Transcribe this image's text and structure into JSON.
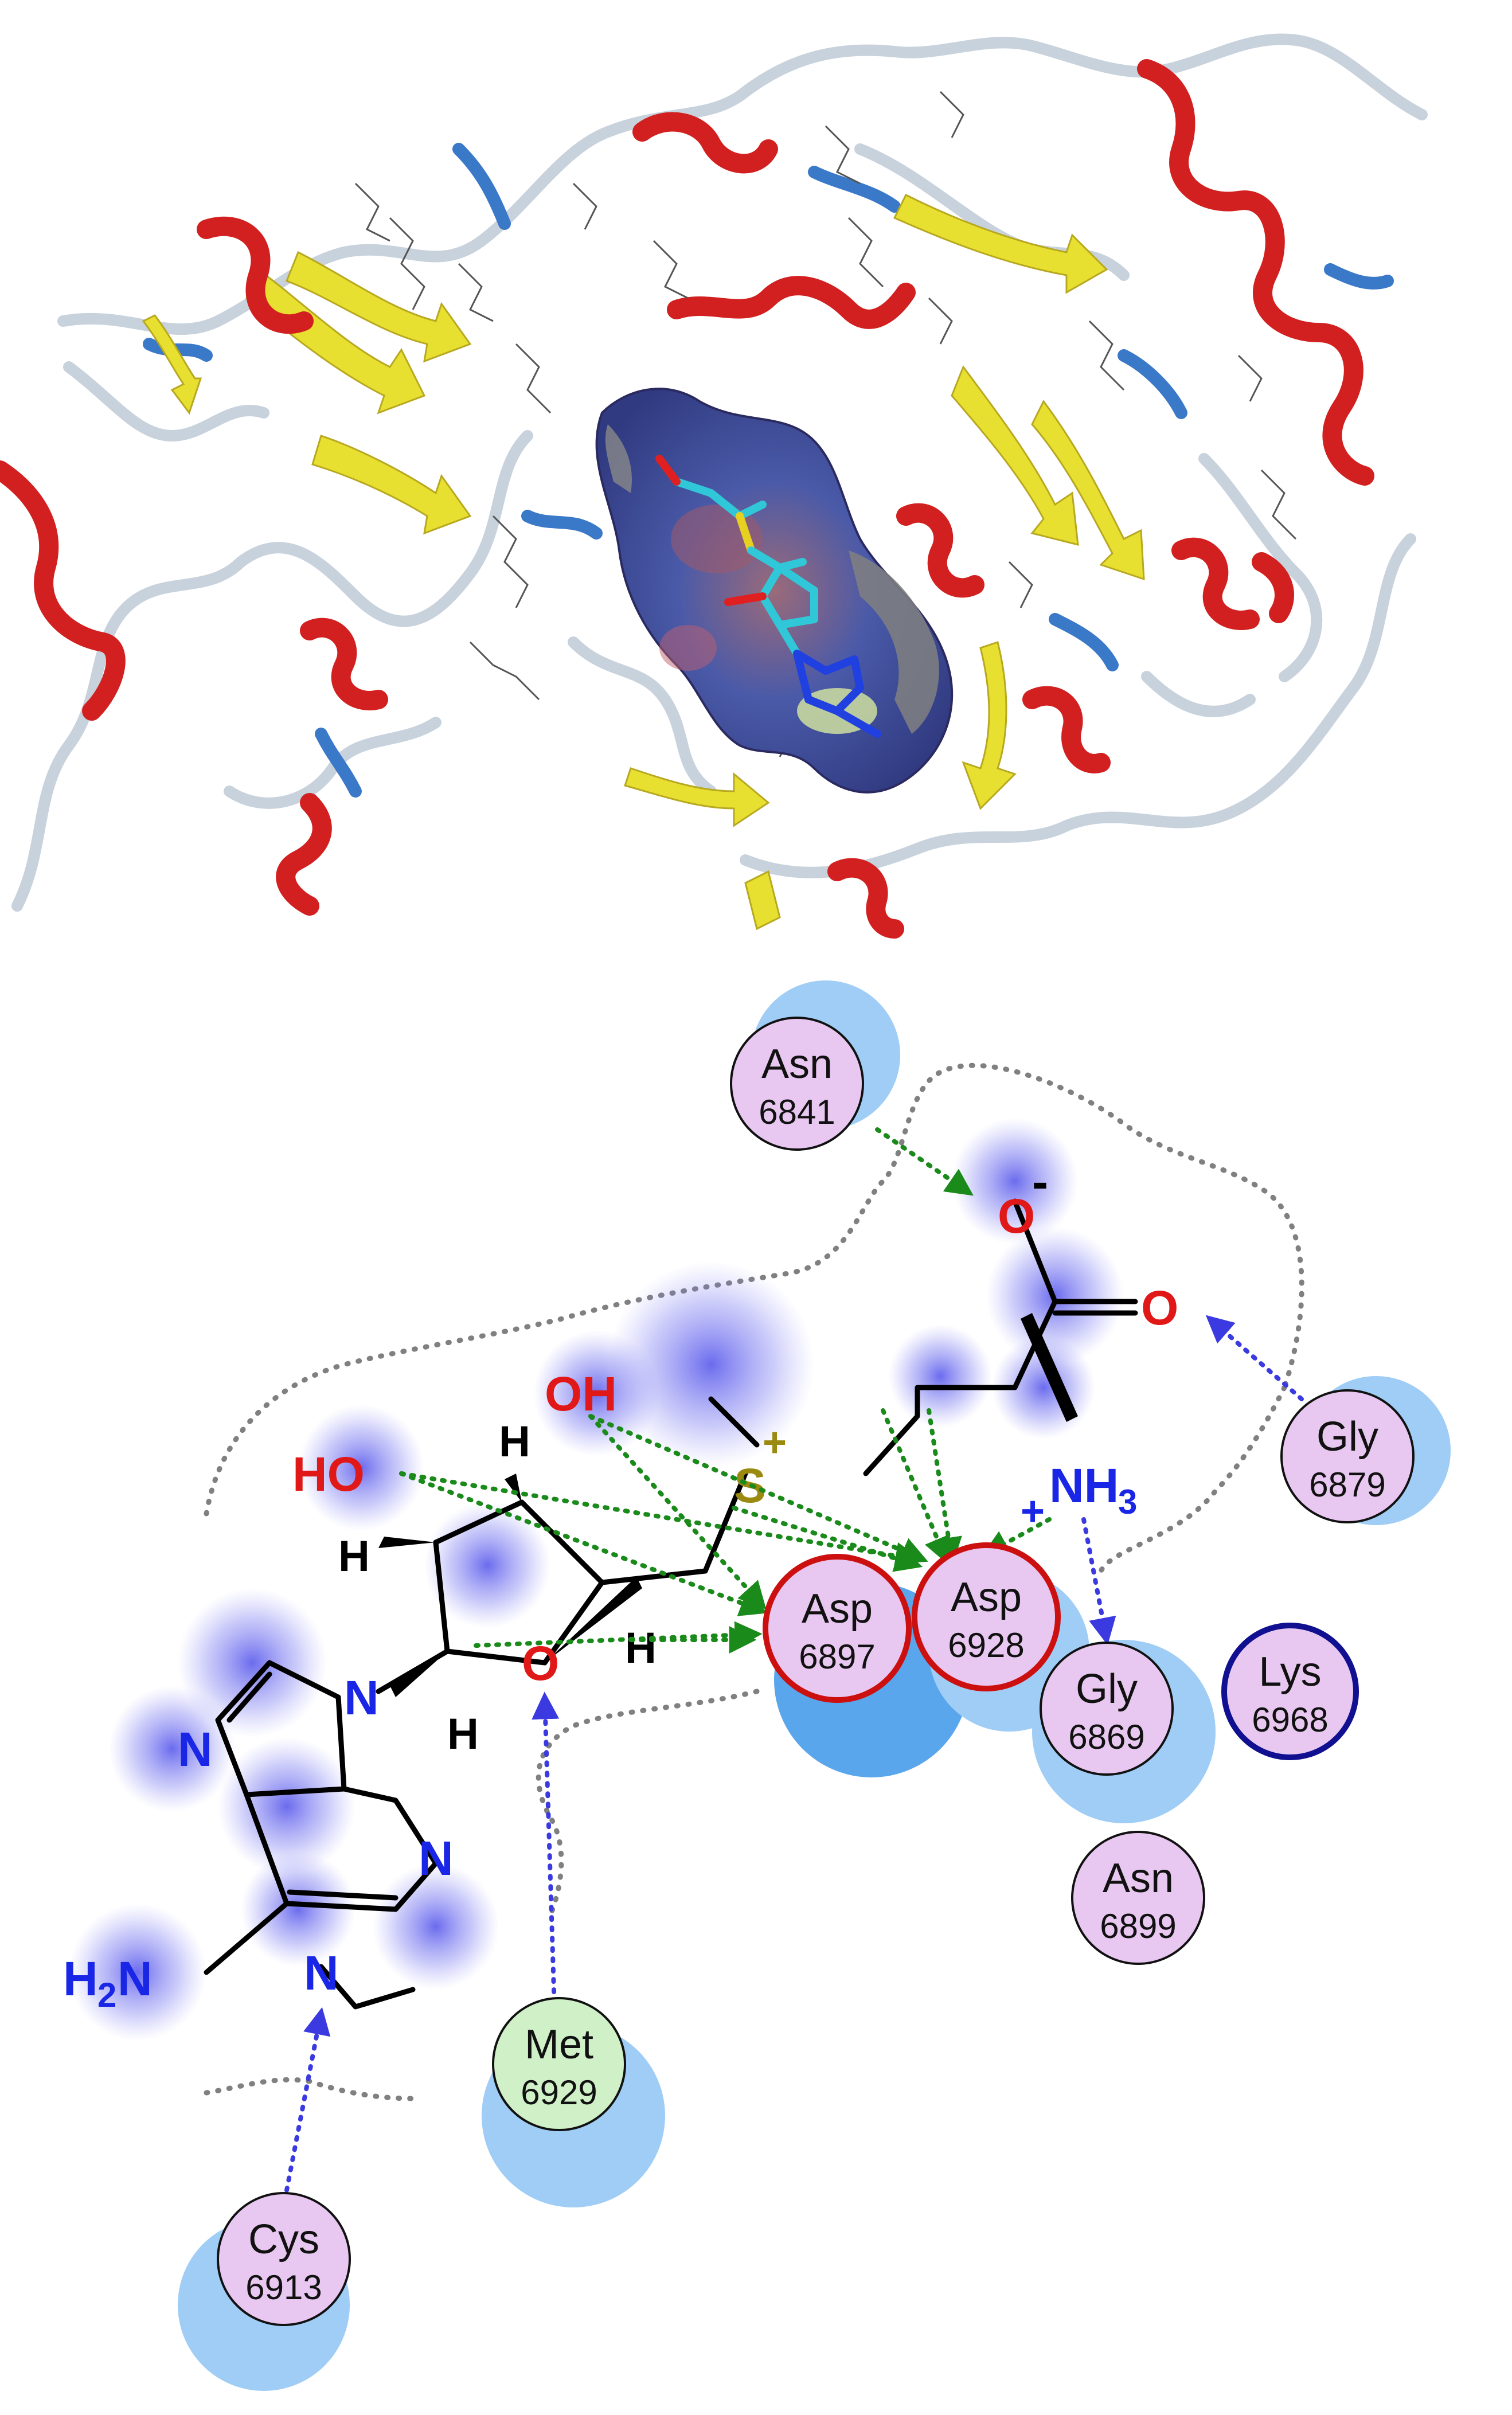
{
  "colors": {
    "helix": "#d22020",
    "sheet": "#e8e030",
    "coil": "#c8d2dc",
    "coil_blue": "#3a78c8",
    "ligand": "#30c8d8",
    "hbond_green": "#1a8a1a",
    "hbond_blue": "#3a3ae0",
    "pocket_outline": "#808080",
    "residue_fill": "#e8c8f0",
    "residue_fill_hydrophobic": "#d0f0c8",
    "solvent_halo": "#9fcdf5",
    "acidic_ring": "#cc1010",
    "basic_ring": "#101090"
  },
  "ligand": {
    "atoms": {
      "o_minus": "O",
      "o_minus_charge": "-",
      "o_carboxyl": "O",
      "oh_top": "OH",
      "ho_left": "HO",
      "s_plus": "S",
      "s_charge": "+",
      "nh3": "NH",
      "nh3_sub": "3",
      "nh3_charge": "+",
      "h_top": "H",
      "h_left": "H",
      "h_bottom_c4": "H",
      "h_bottom_c1": "H",
      "ring_o": "O",
      "n9": "N",
      "n7": "N",
      "n3": "N",
      "n1": "N",
      "nh2_h": "H",
      "nh2_sub": "2",
      "nh2_n": "N"
    }
  },
  "residues": [
    {
      "id": "asn6841",
      "name": "Asn",
      "number": "6841",
      "type": "polar",
      "halo": true
    },
    {
      "id": "gly6879",
      "name": "Gly",
      "number": "6879",
      "type": "polar",
      "halo": true
    },
    {
      "id": "asp6897",
      "name": "Asp",
      "number": "6897",
      "type": "acidic",
      "halo": true
    },
    {
      "id": "asp6928",
      "name": "Asp",
      "number": "6928",
      "type": "acidic",
      "halo": true
    },
    {
      "id": "gly6869",
      "name": "Gly",
      "number": "6869",
      "type": "polar",
      "halo": true
    },
    {
      "id": "lys6968",
      "name": "Lys",
      "number": "6968",
      "type": "basic",
      "halo": false
    },
    {
      "id": "asn6899",
      "name": "Asn",
      "number": "6899",
      "type": "polar",
      "halo": false
    },
    {
      "id": "met6929",
      "name": "Met",
      "number": "6929",
      "type": "hydrophobic",
      "halo": true
    },
    {
      "id": "cys6913",
      "name": "Cys",
      "number": "6913",
      "type": "polar",
      "halo": true
    }
  ]
}
